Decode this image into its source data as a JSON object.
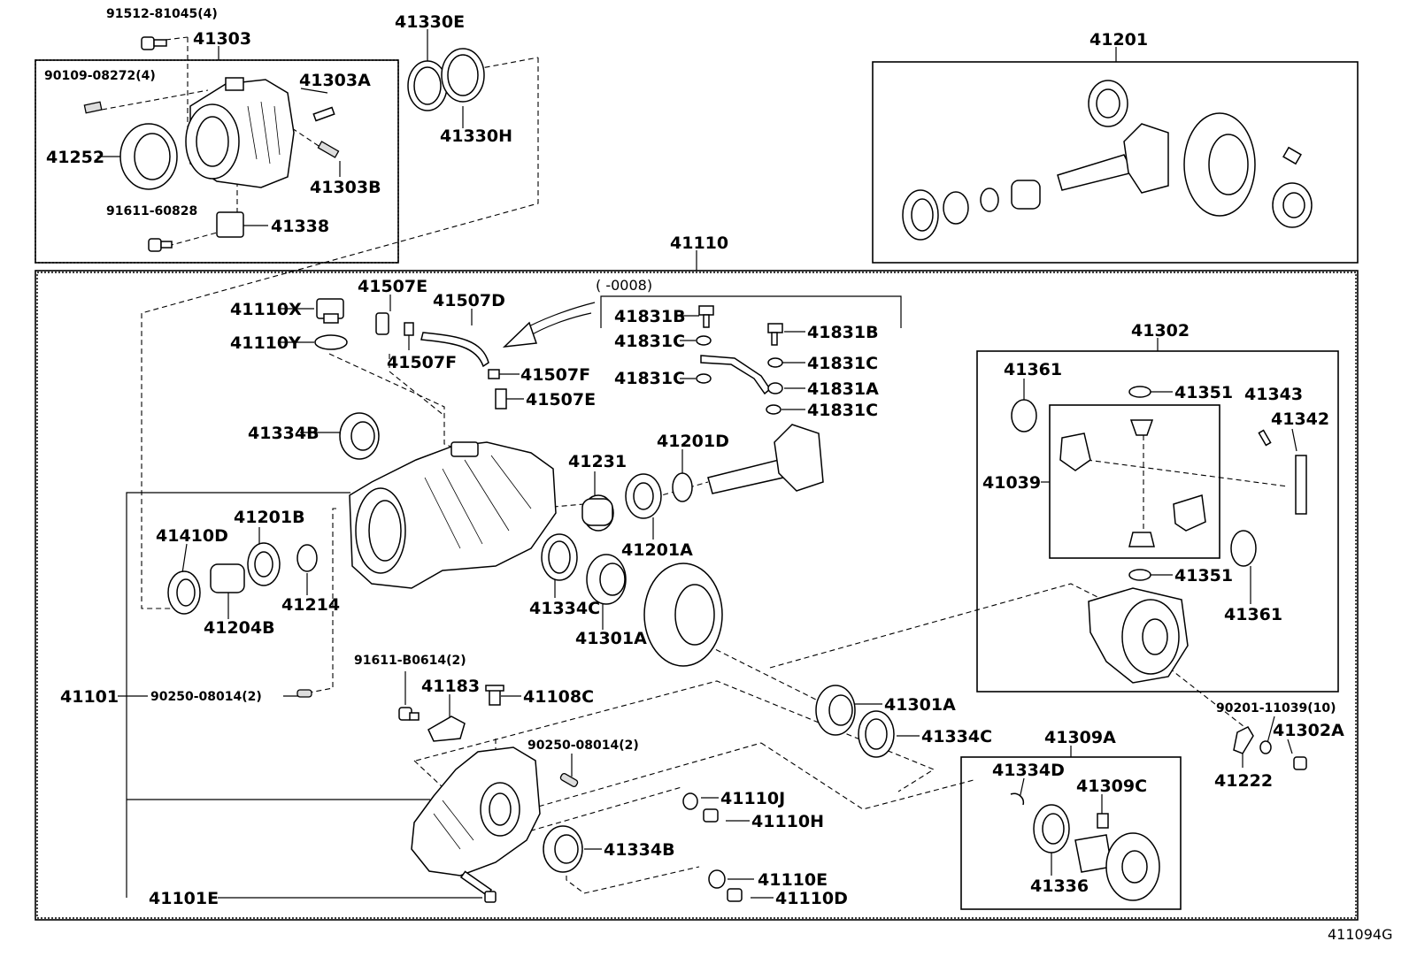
{
  "labels": {
    "l91512": "91512-81045(4)",
    "l41303": "41303",
    "l90109": "90109-08272(4)",
    "l41303A": "41303A",
    "l41252": "41252",
    "l41303B": "41303B",
    "l91611_60828": "91611-60828",
    "l41338": "41338",
    "l41330E": "41330E",
    "l41330H": "41330H",
    "l41201": "41201",
    "l41110": "41110",
    "l0008": "(    -0008)",
    "l41507E_a": "41507E",
    "l41507D": "41507D",
    "l41110X": "41110X",
    "l41110Y": "41110Y",
    "l41507F_a": "41507F",
    "l41507F_b": "41507F",
    "l41507E_b": "41507E",
    "l41831B_a": "41831B",
    "l41831C_a": "41831C",
    "l41831C_b": "41831C",
    "l41831B_b": "41831B",
    "l41831C_c": "41831C",
    "l41831A": "41831A",
    "l41831C_d": "41831C",
    "l41302": "41302",
    "l41361_a": "41361",
    "l41351_a": "41351",
    "l41343": "41343",
    "l41342": "41342",
    "l41039": "41039",
    "l41351_b": "41351",
    "l41361_b": "41361",
    "l41334B_a": "41334B",
    "l41231": "41231",
    "l41201D": "41201D",
    "l41201B": "41201B",
    "l41410D": "41410D",
    "l41214": "41214",
    "l41204B": "41204B",
    "l41334C_a": "41334C",
    "l41201A": "41201A",
    "l41301A_a": "41301A",
    "l91611_B0614": "91611-B0614(2)",
    "l41183": "41183",
    "l41108C": "41108C",
    "l41101": "41101",
    "l90250_a": "90250-08014(2)",
    "l90250_b": "90250-08014(2)",
    "l41301A_b": "41301A",
    "l41334C_b": "41334C",
    "l90201": "90201-11039(10)",
    "l41302A": "41302A",
    "l41222": "41222",
    "l41309A": "41309A",
    "l41334D": "41334D",
    "l41309C": "41309C",
    "l41336": "41336",
    "l41110J": "41110J",
    "l41110H": "41110H",
    "l41334B_b": "41334B",
    "l41110E": "41110E",
    "l41110D": "41110D",
    "l41101E": "41101E",
    "ref_code": "411094G"
  }
}
